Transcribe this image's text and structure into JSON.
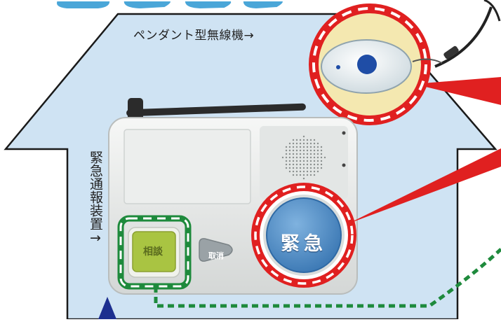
{
  "labels": {
    "pendant": "ペンダント型無線機→",
    "device": "緊急通報装置→"
  },
  "buttons": {
    "consult": "相談",
    "cancel": "取消",
    "emergency": "緊急"
  },
  "colors": {
    "house_fill": "#cfe3f3",
    "device_body": "#e9ebea",
    "emergency_button": "#4f8fc9",
    "consult_button": "#a9c442",
    "callout_red": "#e02020",
    "highlight_green": "#1e8a3c",
    "pendant_bg": "#f4e8b0",
    "arrow_blue": "#1d2f8f"
  }
}
